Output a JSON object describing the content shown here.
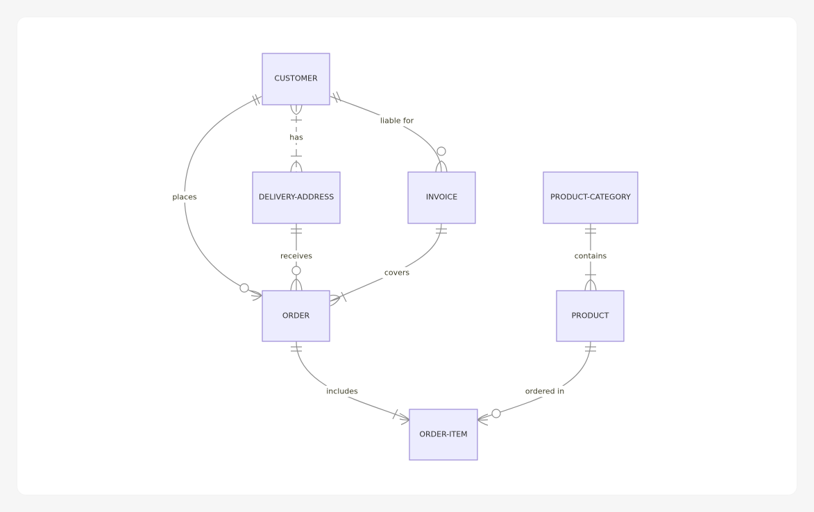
{
  "diagram": {
    "entities": {
      "customer": "CUSTOMER",
      "delivery_address": "DELIVERY-ADDRESS",
      "invoice": "INVOICE",
      "product_category": "PRODUCT-CATEGORY",
      "order": "ORDER",
      "product": "PRODUCT",
      "order_item": "ORDER-ITEM"
    },
    "relationships": {
      "places": "places",
      "has": "has",
      "liable_for": "liable for",
      "receives": "receives",
      "covers": "covers",
      "contains": "contains",
      "includes": "includes",
      "ordered_in": "ordered in"
    },
    "colors": {
      "entity_fill": "#ececfe",
      "entity_stroke": "#9b8ad6",
      "edge": "#8c8c8c",
      "background": "#f6f6f6",
      "card": "#ffffff"
    }
  }
}
